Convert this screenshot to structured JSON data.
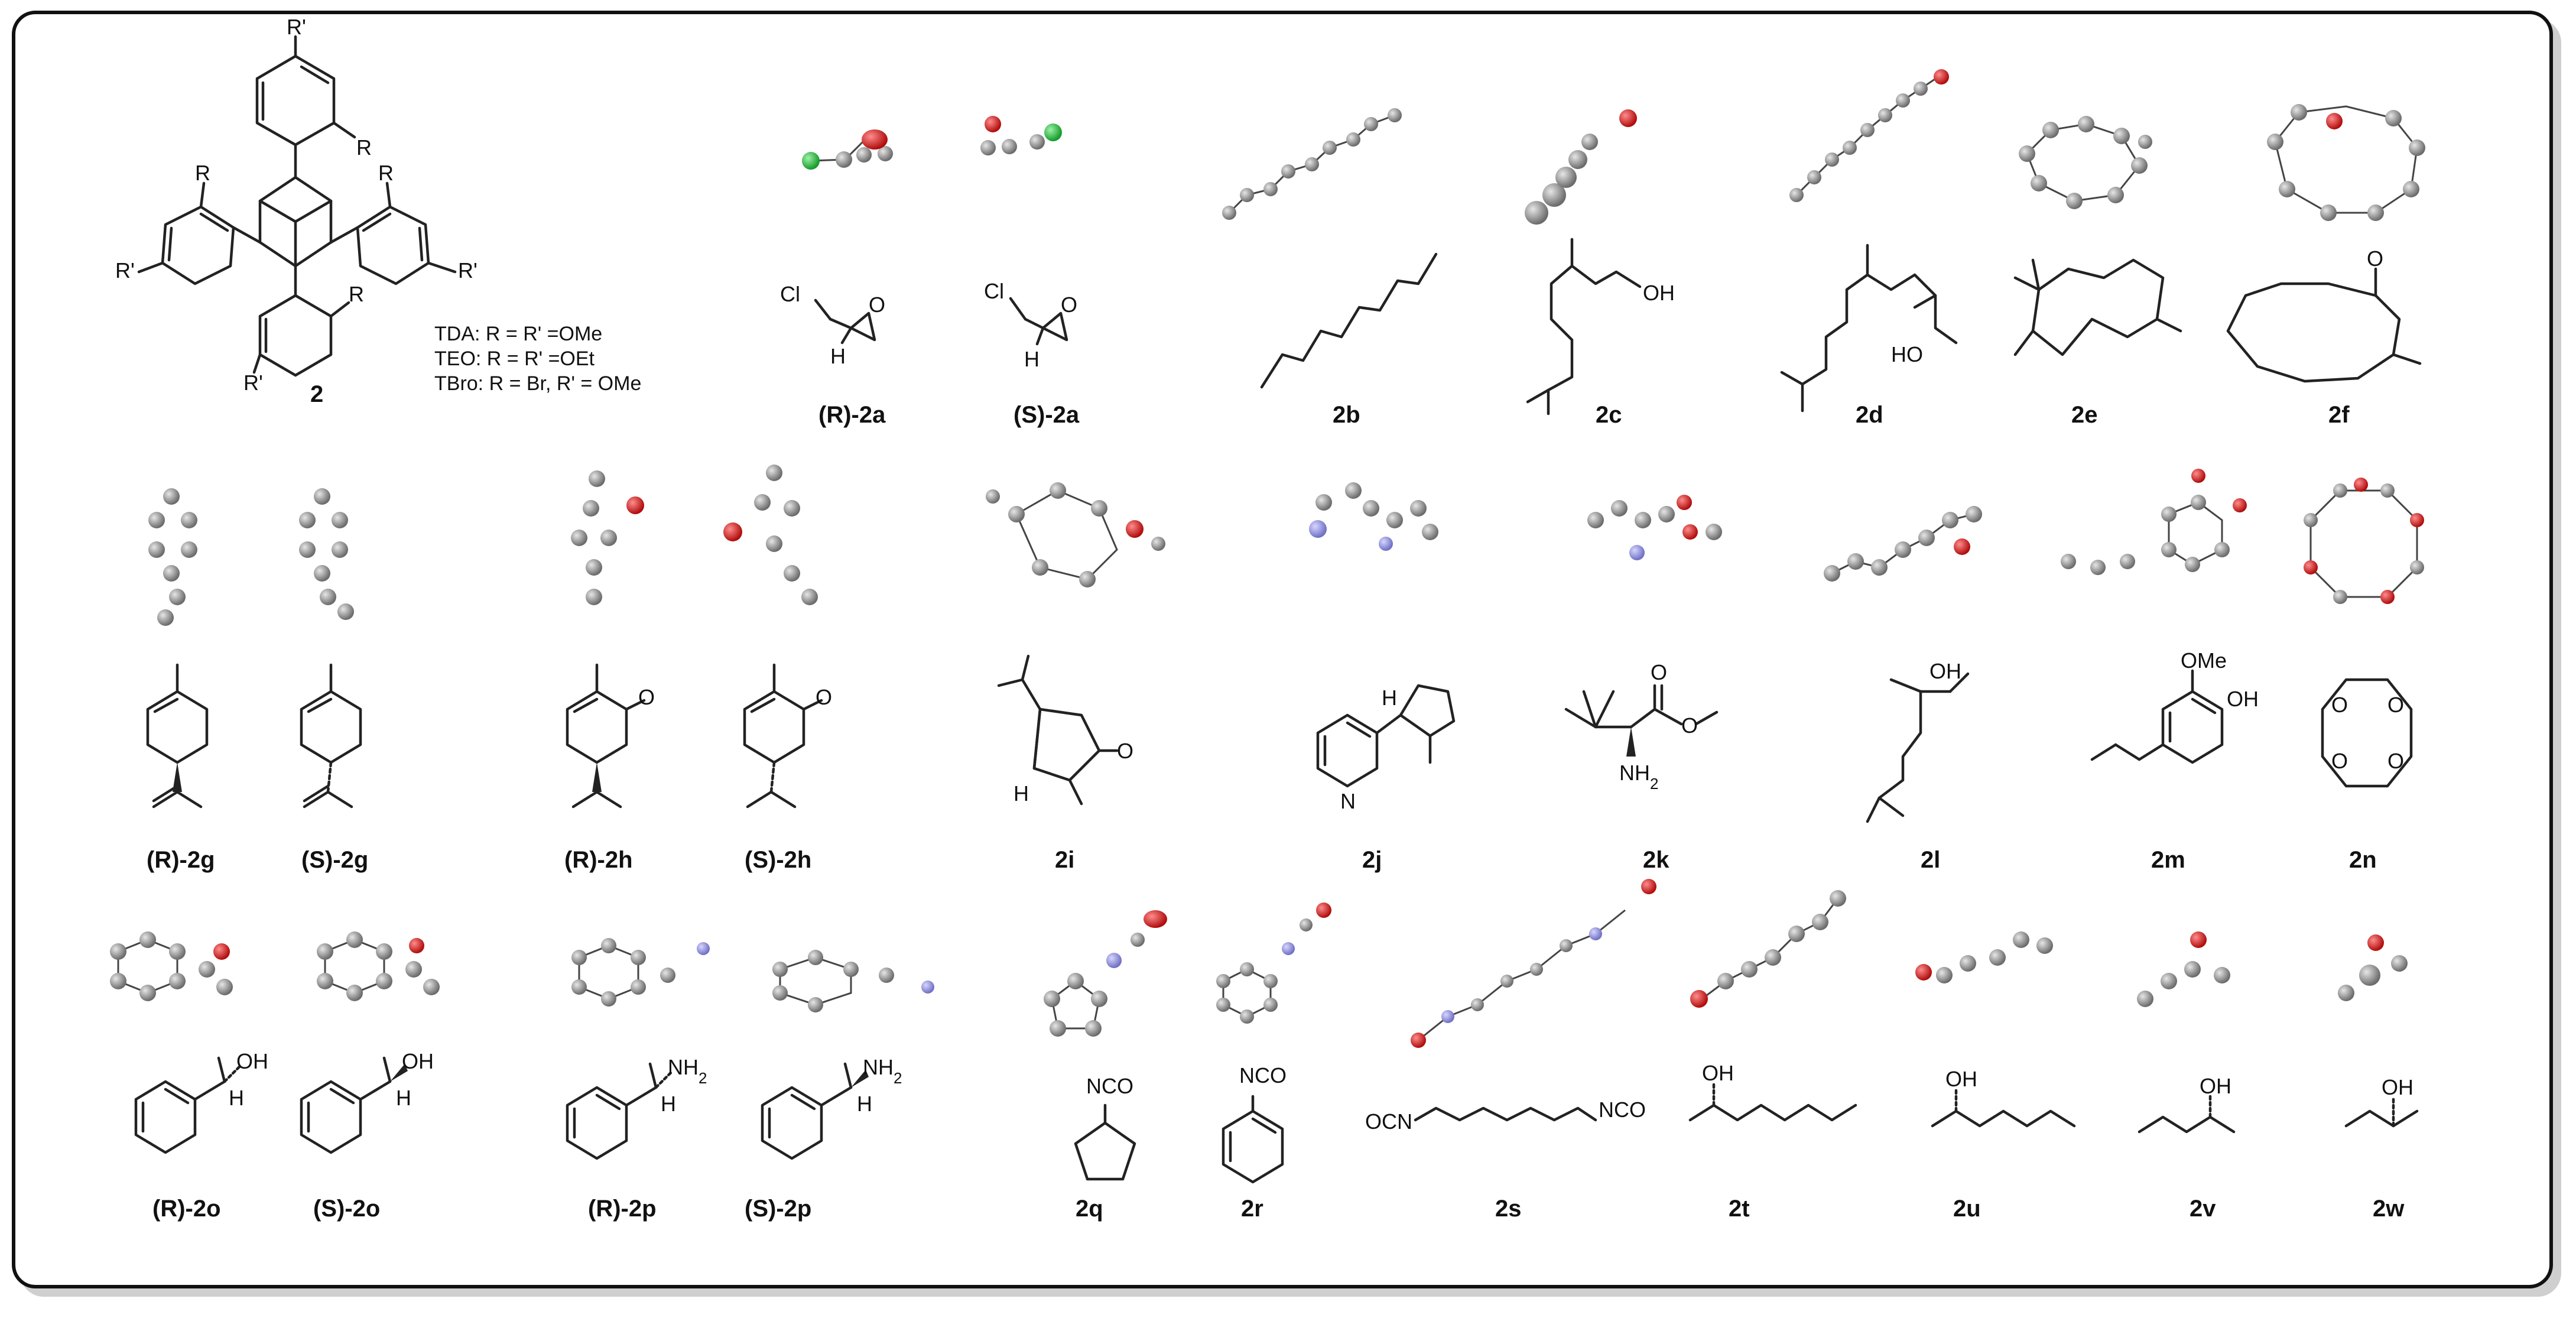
{
  "legend": {
    "main_label": "2",
    "lines": [
      "TDA: R = R' =OMe",
      "TEO: R = R' =OEt",
      "TBro: R = Br, R' = OMe"
    ],
    "substituent_R": "R",
    "substituent_Rp": "R'"
  },
  "row1": [
    "(R)-2a",
    "(S)-2a",
    "2b",
    "2c",
    "2d",
    "2e",
    "2f"
  ],
  "row2": [
    "(R)-2g",
    "(S)-2g",
    "(R)-2h",
    "(S)-2h",
    "2i",
    "2j",
    "2k",
    "2l",
    "2m",
    "2n"
  ],
  "row3": [
    "(R)-2o",
    "(S)-2o",
    "(R)-2p",
    "(S)-2p",
    "2q",
    "2r",
    "2s",
    "2t",
    "2u",
    "2v",
    "2w"
  ],
  "atoms": {
    "cl": "Cl",
    "o": "O",
    "h": "H",
    "oh": "OH",
    "ome": "OMe",
    "ho": "HO",
    "nh2": "NH",
    "nh2_sub": "2",
    "nco": "NCO",
    "ocn": "OCN",
    "n": "N"
  },
  "colors": {
    "oxygen": "#d91a1a",
    "chlorine": "#22b83a",
    "nitrogen": "#8c8cd9",
    "carbon": "#8a8a8a",
    "hydrogen": "#dcdcdc"
  }
}
